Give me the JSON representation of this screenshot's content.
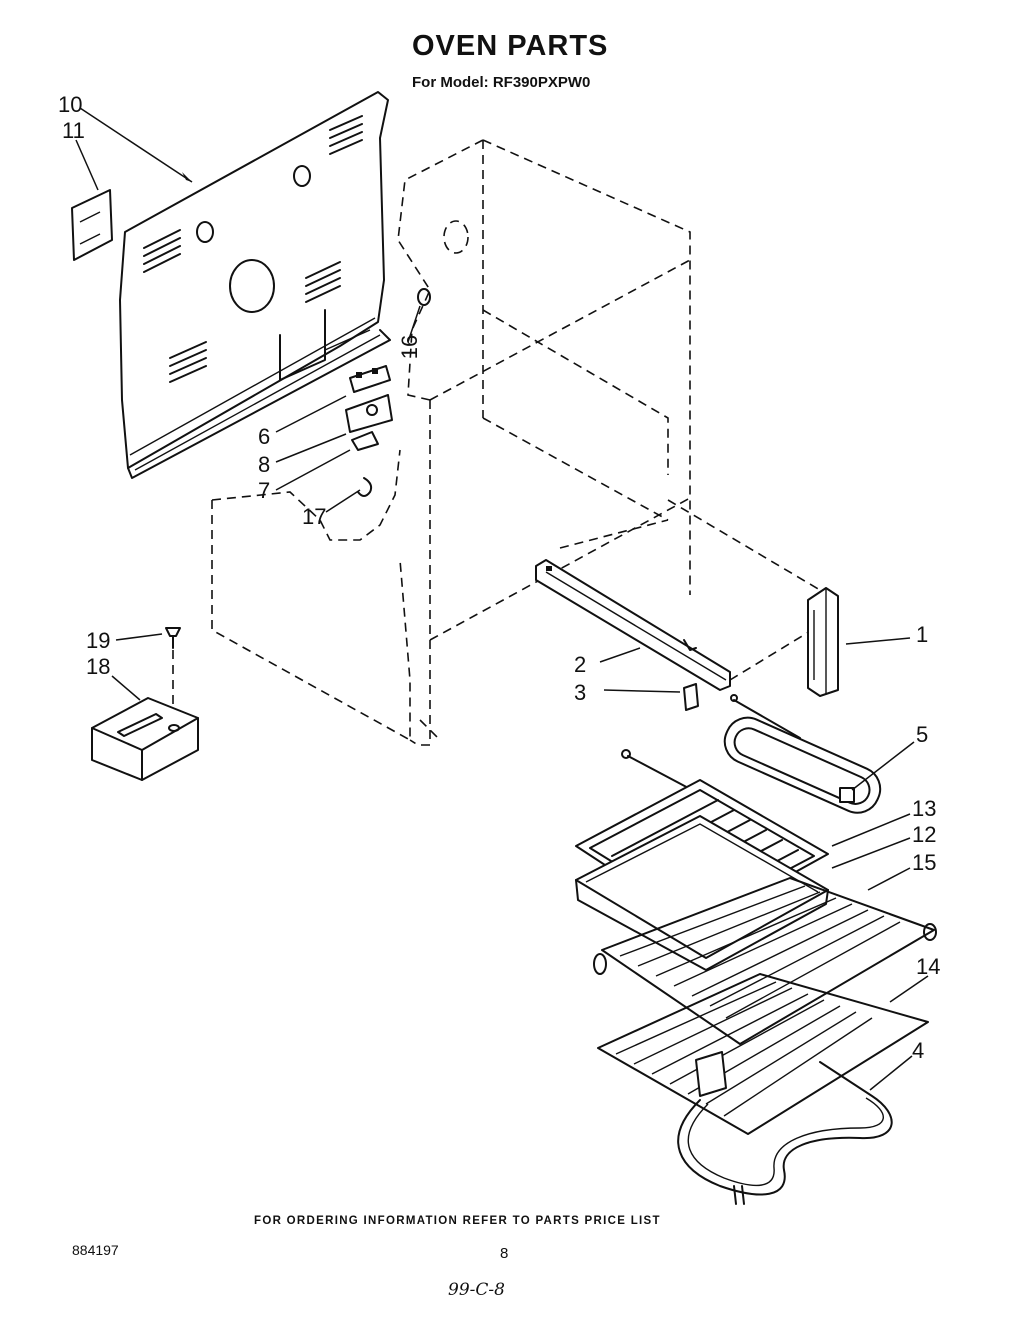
{
  "header": {
    "title": "OVEN PARTS",
    "subtitle": "For Model: RF390PXPW0"
  },
  "callouts": [
    {
      "id": "1",
      "label": "1"
    },
    {
      "id": "2",
      "label": "2"
    },
    {
      "id": "3",
      "label": "3"
    },
    {
      "id": "4",
      "label": "4"
    },
    {
      "id": "5",
      "label": "5"
    },
    {
      "id": "6",
      "label": "6"
    },
    {
      "id": "7",
      "label": "7"
    },
    {
      "id": "8",
      "label": "8"
    },
    {
      "id": "10",
      "label": "10"
    },
    {
      "id": "11",
      "label": "11"
    },
    {
      "id": "12",
      "label": "12"
    },
    {
      "id": "13",
      "label": "13"
    },
    {
      "id": "14",
      "label": "14"
    },
    {
      "id": "15",
      "label": "15"
    },
    {
      "id": "16",
      "label": "16"
    },
    {
      "id": "17",
      "label": "17"
    },
    {
      "id": "18",
      "label": "18"
    },
    {
      "id": "19",
      "label": "19"
    }
  ],
  "footer": {
    "note": "FOR ORDERING INFORMATION REFER TO PARTS PRICE LIST",
    "doc_number": "884197",
    "page_number": "8",
    "handwritten": "99-C-8"
  }
}
